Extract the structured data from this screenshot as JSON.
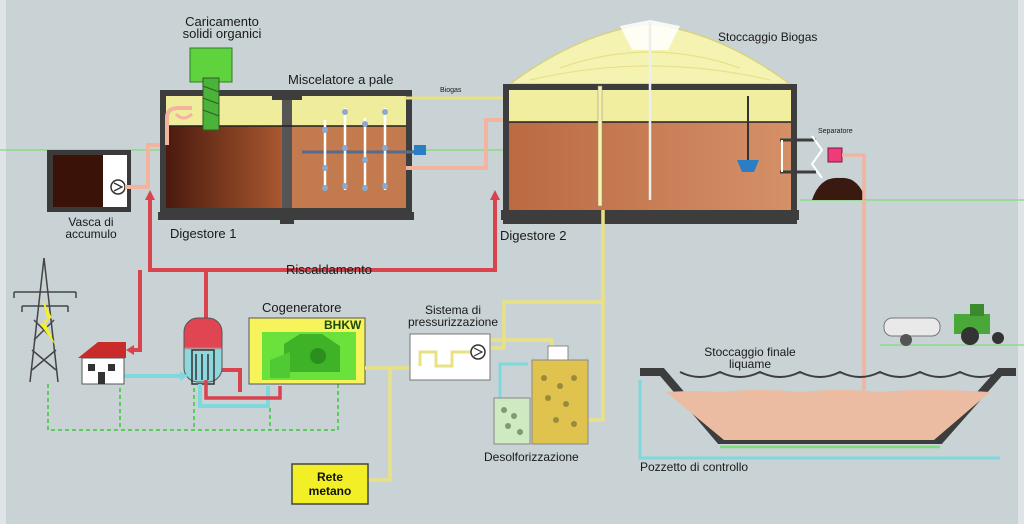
{
  "labels": {
    "caricamento": "Caricamento solidi organici",
    "miscelatore": "Miscelatore a pale",
    "biogas_pipe": "Biogas",
    "stoccaggio_biogas": "Stoccaggio Biogas",
    "separatore": "Separatore",
    "vasca": "Vasca di accumulo",
    "digestore1": "Digestore 1",
    "digestore2": "Digestore 2",
    "riscaldamento": "Riscaldamento",
    "cogeneratore": "Cogeneratore",
    "bhkw": "BHKW",
    "pressurizzazione": "Sistema di pressurizzazione",
    "stoccaggio_finale": "Stoccaggio finale liquame",
    "desolforizzazione": "Desolforizzazione",
    "pozzetto": "Pozzetto di controllo",
    "rete_metano": "Rete metano"
  },
  "colors": {
    "background": "#c9d2d4",
    "heating_pipe": "#d9434d",
    "gas_pipe": "#e8e283",
    "biogas_yellow": "#f3ef9e",
    "slurry_brown": "#5a2612",
    "digestate_orange": "#d8906a",
    "cogenerator_green": "#62e03a",
    "rete_metano_box": "#f2ef27",
    "water_cyan": "#7fd9dc",
    "electric_green": "#38c938",
    "tank_wall": "#3d3d3d"
  }
}
